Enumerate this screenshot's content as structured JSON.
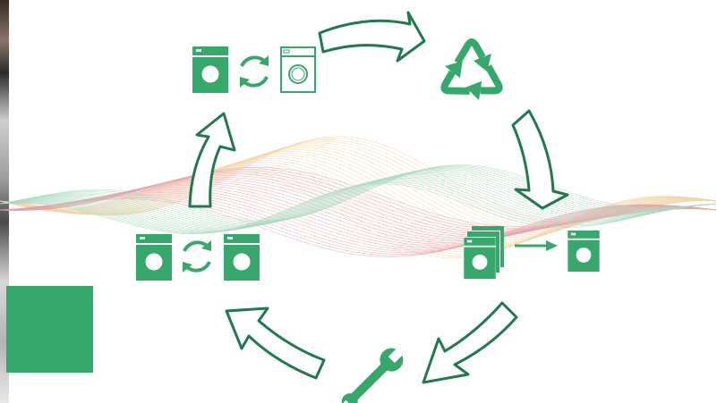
{
  "diagram": {
    "type": "appliance-lifecycle-cycle",
    "stages": [
      {
        "icon": "washing-machine-swap-icon"
      },
      {
        "icon": "recycle-icon"
      },
      {
        "icon": "multiple-machines-to-single-icon"
      },
      {
        "icon": "wrench-icon"
      },
      {
        "icon": "washing-machine-exchange-icon"
      }
    ],
    "arrows": [
      "cycle-arrow-1",
      "cycle-arrow-2",
      "cycle-arrow-3",
      "cycle-arrow-4",
      "cycle-arrow-5"
    ]
  },
  "colors": {
    "primary_green": "#37a86b",
    "arrow_outline": "#1f7a4c",
    "wave_red": "#e8a0a8",
    "wave_orange": "#f3d3a4",
    "wave_green": "#a9d9bd"
  }
}
